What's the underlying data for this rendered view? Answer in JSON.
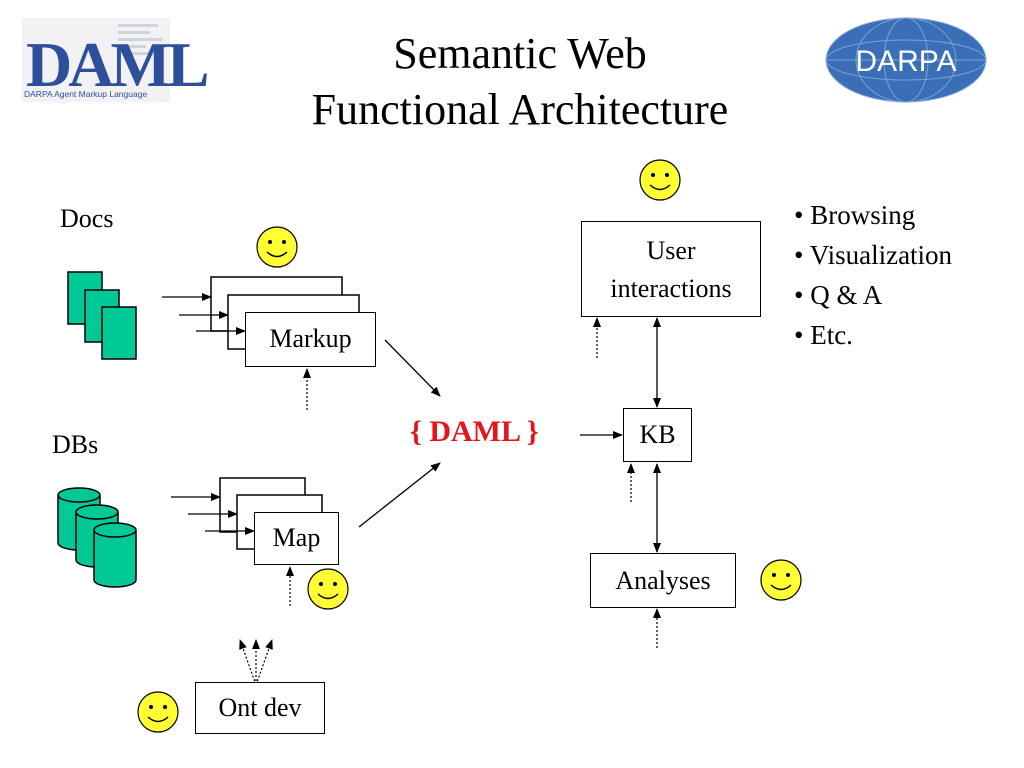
{
  "title": {
    "line1": "Semantic Web",
    "line2": "Functional Architecture"
  },
  "logos": {
    "daml_text": "DAML",
    "daml_tagline": "DARPA Agent Markup Language",
    "darpa_text": "DARPA"
  },
  "sources": {
    "docs_label": "Docs",
    "dbs_label": "DBs"
  },
  "boxes": {
    "markup": "Markup",
    "map": "Map",
    "ont_dev": "Ont dev",
    "daml": "{ DAML }",
    "kb": "KB",
    "user_interactions_line1": "User",
    "user_interactions_line2": "interactions",
    "analyses": "Analyses"
  },
  "bullets": [
    "• Browsing",
    "• Visualization",
    "• Q & A",
    "• Etc."
  ],
  "colors": {
    "doc_fill": "#00c896",
    "daml_red": "#e8141c",
    "smiley_fill": "#ffff33",
    "darpa_blue": "#3a6fb8"
  },
  "icons": {
    "smiley": "smiley-icon",
    "document": "document-icon",
    "database": "database-icon"
  }
}
